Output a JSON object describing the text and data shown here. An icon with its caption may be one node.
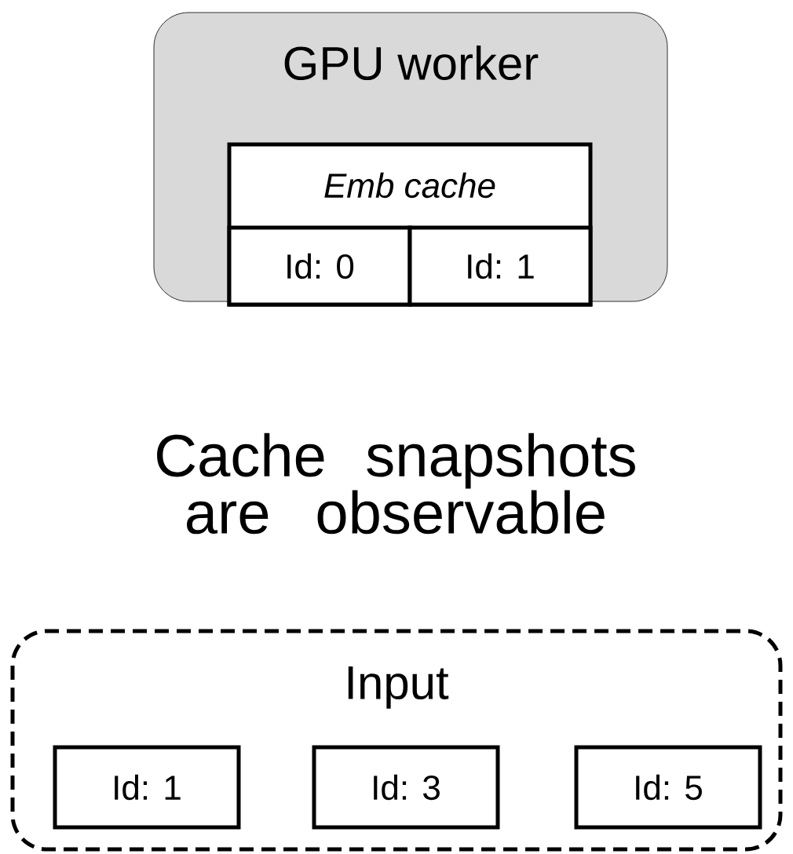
{
  "diagram": {
    "nodes": [
      {
        "text": [
          "GPU worker"
        ]
      },
      {
        "text": [
          "Emb cache"
        ],
        "in": 0
      },
      {
        "text": [
          "Id: 0"
        ],
        "in": 1
      },
      {
        "text": [
          "Id: 1"
        ],
        "in": 1
      },
      {
        "text": [
          "Input"
        ]
      },
      {
        "text": [
          "Id: 1"
        ],
        "in": 4
      },
      {
        "text": [
          "Id: 3"
        ],
        "in": 4
      },
      {
        "text": [
          "Id: 5"
        ],
        "in": 4
      }
    ],
    "labels": [
      "Cache snapshots are observable"
    ]
  }
}
